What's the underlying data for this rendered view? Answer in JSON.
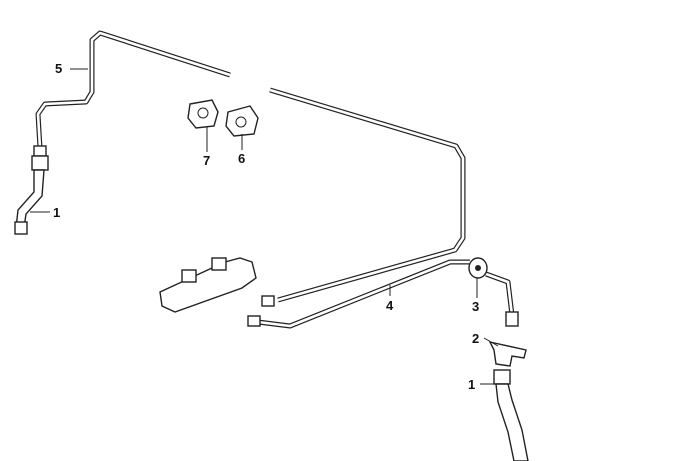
{
  "callouts": {
    "c5": "5",
    "c7": "7",
    "c6": "6",
    "c1_left": "1",
    "c4": "4",
    "c3": "3",
    "c2": "2",
    "c1_right": "1"
  }
}
